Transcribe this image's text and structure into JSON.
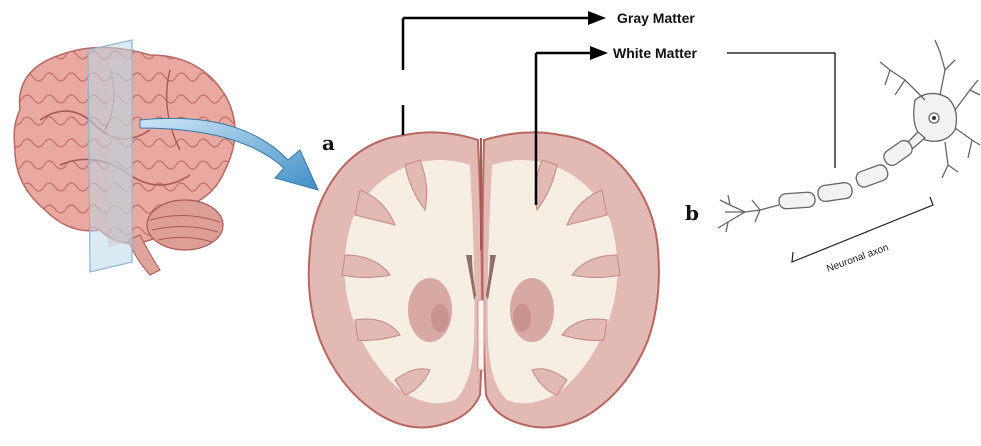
{
  "labels": {
    "gray_matter": "Gray Matter",
    "white_matter": "White Matter",
    "panel_a": "a",
    "panel_b": "b",
    "neuronal_axon": "Neuronal axon"
  },
  "colors": {
    "gray_matter": "#e2b9b3",
    "white_matter": "#f6ede3",
    "brain_surface": "#e9a8a0",
    "arrow_blue": "#4a9bd0",
    "glass_plane": "#bcd8ea",
    "neuron_outline": "#666666"
  },
  "icons": {
    "brain_3d": "brain-with-coronal-plane",
    "coronal_section": "brain-coronal-section",
    "neuron": "neuron"
  }
}
